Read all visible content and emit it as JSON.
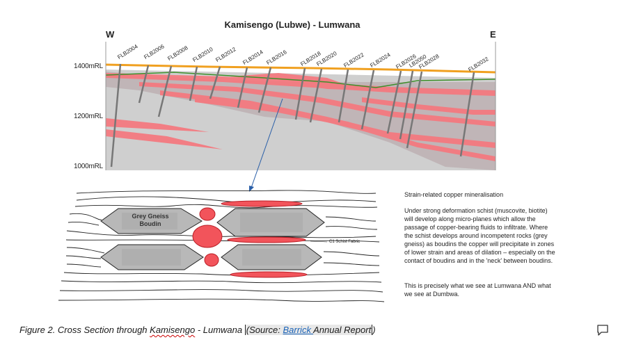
{
  "figure": {
    "title": "Kamisengo (Lubwe) - Lumwana",
    "west": "W",
    "east": "E",
    "elevations": [
      "1400mRL",
      "1200mRL",
      "1000mRL"
    ],
    "drillholes": [
      "FLB2004",
      "FLB2006",
      "FLB2008",
      "FLB2010",
      "FLB2012",
      "FLB2014",
      "FLB2016",
      "FLB2018",
      "FLB2020",
      "FLB2022",
      "FLB2024",
      "FLB2026",
      "LB2050",
      "FLB2028",
      "FLB2032"
    ],
    "boudin_label_line1": "Grey Gneiss",
    "boudin_label_line2": "Boudin",
    "fabric_label": "C1 Schist Fabric"
  },
  "text": {
    "heading": "Strain-related copper mineralisation",
    "para1": "Under strong deformation schist (muscovite, biotite) will develop along micro-planes which allow the passage of copper-bearing fluids to infiltrate. Where the schist develops around incompetent rocks (grey gneiss) as boudins the copper will precipitate in zones of lower strain and areas of dilation – especially on the contact of boudins and in the 'neck' between boudins.",
    "para2": "This is precisely what we see at Lumwana AND what we see at Dumbwa."
  },
  "caption": {
    "prefix": "Figure 2. Cross Section through ",
    "word_flagged": "Kamisengo",
    "middle": " - Lumwana ",
    "source_open": "(Source: ",
    "link": "Barrick ",
    "source_rest": "Annual Report",
    "source_close": ")"
  },
  "colors": {
    "ore": "#f47a80",
    "gneiss": "#c9c9c9",
    "overburden": "#f0a020",
    "water_line": "#3d8f2a",
    "link": "#1a63b8"
  }
}
